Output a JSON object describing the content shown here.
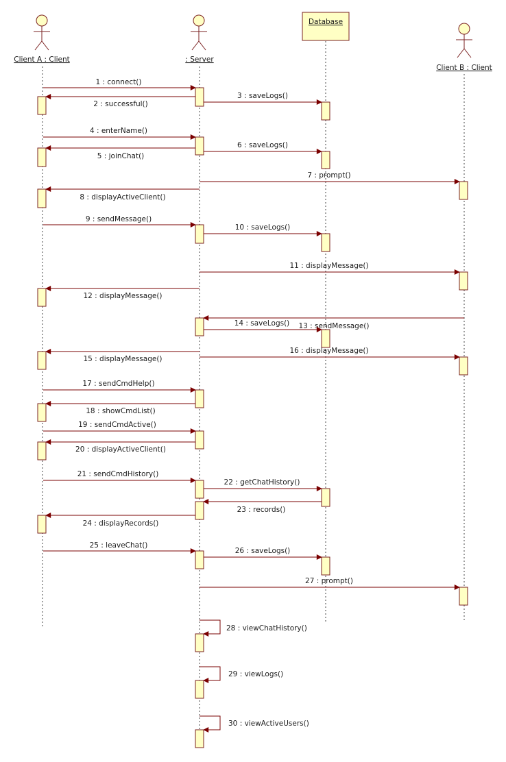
{
  "colors": {
    "activation_fill": "#ffffc4",
    "border": "#7a2020",
    "message": "#7a0000",
    "lifeline": "#444444",
    "text": "#1a1a1a"
  },
  "lifelines": [
    {
      "id": "client_a",
      "label": "Client A : Client",
      "kind": "actor"
    },
    {
      "id": "server",
      "label": ": Server",
      "kind": "actor"
    },
    {
      "id": "database",
      "label": "Database",
      "kind": "object"
    },
    {
      "id": "client_b",
      "label": "Client B : Client",
      "kind": "actor"
    }
  ],
  "messages": [
    {
      "label": "1 : connect()",
      "from": "client_a",
      "to": "server"
    },
    {
      "label": "2 : successful()",
      "from": "server",
      "to": "client_a"
    },
    {
      "label": "3 : saveLogs()",
      "from": "server",
      "to": "database"
    },
    {
      "label": "4 : enterName()",
      "from": "client_a",
      "to": "server"
    },
    {
      "label": "5 : joinChat()",
      "from": "server",
      "to": "client_a"
    },
    {
      "label": "6 : saveLogs()",
      "from": "server",
      "to": "database"
    },
    {
      "label": "7 : prompt()",
      "from": "server",
      "to": "client_b"
    },
    {
      "label": "8 : displayActiveClient()",
      "from": "server",
      "to": "client_a"
    },
    {
      "label": "9 : sendMessage()",
      "from": "client_a",
      "to": "server"
    },
    {
      "label": "10 : saveLogs()",
      "from": "server",
      "to": "database"
    },
    {
      "label": "11 : displayMessage()",
      "from": "server",
      "to": "client_b"
    },
    {
      "label": "12 : displayMessage()",
      "from": "server",
      "to": "client_a"
    },
    {
      "label": "13 : sendMessage()",
      "from": "client_b",
      "to": "server"
    },
    {
      "label": "14 : saveLogs()",
      "from": "server",
      "to": "database"
    },
    {
      "label": "15 : displayMessage()",
      "from": "server",
      "to": "client_a"
    },
    {
      "label": "16 : displayMessage()",
      "from": "server",
      "to": "client_b"
    },
    {
      "label": "17 : sendCmdHelp()",
      "from": "client_a",
      "to": "server"
    },
    {
      "label": "18 : showCmdList()",
      "from": "server",
      "to": "client_a"
    },
    {
      "label": "19 : sendCmdActive()",
      "from": "client_a",
      "to": "server"
    },
    {
      "label": "20 : displayActiveClient()",
      "from": "server",
      "to": "client_a"
    },
    {
      "label": "21 : sendCmdHistory()",
      "from": "client_a",
      "to": "server"
    },
    {
      "label": "22 : getChatHistory()",
      "from": "server",
      "to": "database"
    },
    {
      "label": "23 : records()",
      "from": "database",
      "to": "server"
    },
    {
      "label": "24 : displayRecords()",
      "from": "server",
      "to": "client_a"
    },
    {
      "label": "25 : leaveChat()",
      "from": "client_a",
      "to": "server"
    },
    {
      "label": "26 : saveLogs()",
      "from": "server",
      "to": "database"
    },
    {
      "label": "27 : prompt()",
      "from": "server",
      "to": "client_b"
    },
    {
      "label": "28 : viewChatHistory()",
      "from": "server",
      "to": "server"
    },
    {
      "label": "29 : viewLogs()",
      "from": "server",
      "to": "server"
    },
    {
      "label": "30 : viewActiveUsers()",
      "from": "server",
      "to": "server"
    }
  ]
}
